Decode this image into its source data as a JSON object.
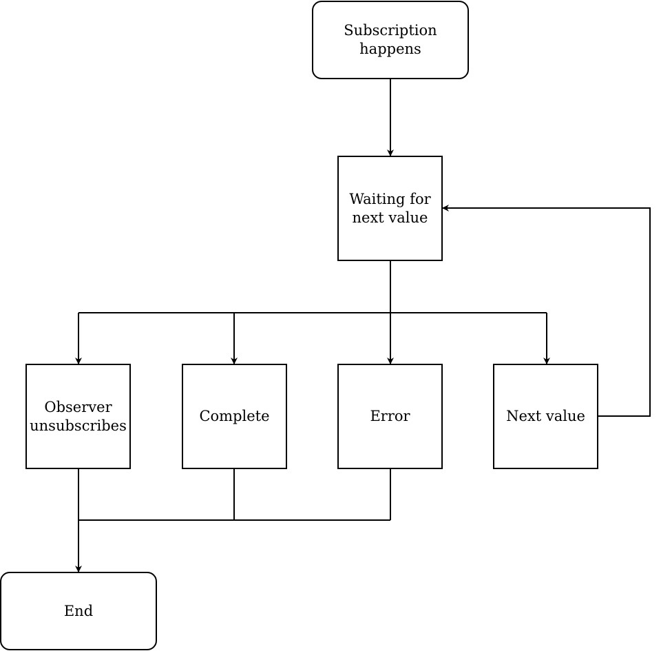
{
  "diagram": {
    "nodes": {
      "start": "Subscription\nhappens",
      "wait": "Waiting for\nnext value",
      "unsubscribe": "Observer\nunsubscribes",
      "complete": "Complete",
      "error": "Error",
      "next": "Next value",
      "end": "End"
    },
    "edges": [
      {
        "from": "start",
        "to": "wait"
      },
      {
        "from": "wait",
        "to": "unsubscribe"
      },
      {
        "from": "wait",
        "to": "complete"
      },
      {
        "from": "wait",
        "to": "error"
      },
      {
        "from": "wait",
        "to": "next"
      },
      {
        "from": "next",
        "to": "wait"
      },
      {
        "from": "unsubscribe",
        "to": "end"
      },
      {
        "from": "complete",
        "to": "end"
      },
      {
        "from": "error",
        "to": "end"
      }
    ],
    "colors": {
      "stroke": "#000000",
      "fill": "#ffffff"
    }
  }
}
